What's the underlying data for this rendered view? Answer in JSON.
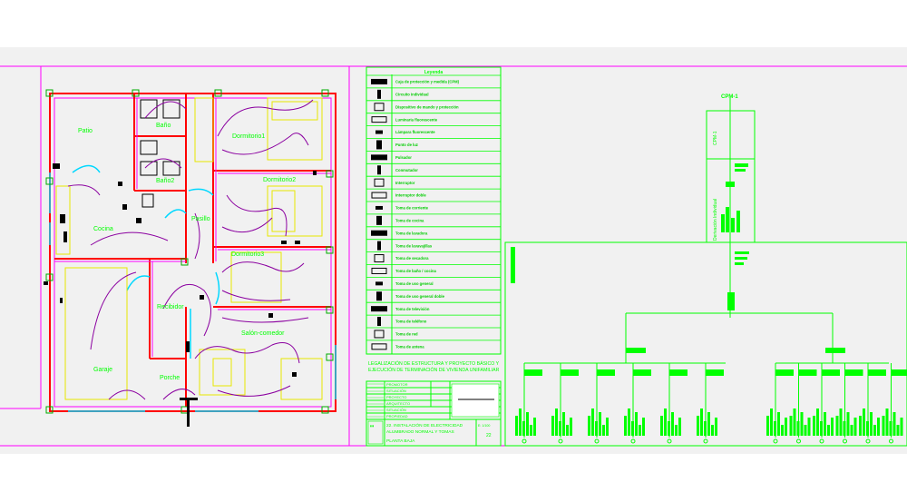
{
  "colors": {
    "background": "#ffffff",
    "drawing_bg": "#f1f1f1",
    "frame": "#ff00ff",
    "green": "#00ff00",
    "red": "#ff0000",
    "magenta_wall": "#ff00ff",
    "purple_wiring": "#8b00a0",
    "yellow": "#e8e800",
    "cyan": "#00d8ff",
    "black": "#000000"
  },
  "floorplan": {
    "rooms": [
      {
        "key": "patio",
        "label": "Patio"
      },
      {
        "key": "bano1",
        "label": "Baño"
      },
      {
        "key": "dorm1",
        "label": "Dormitorio1"
      },
      {
        "key": "bano2",
        "label": "Baño2"
      },
      {
        "key": "dorm2",
        "label": "Dormitorio2"
      },
      {
        "key": "cocina",
        "label": "Cocina"
      },
      {
        "key": "pasillo",
        "label": "Pasillo"
      },
      {
        "key": "dorm3",
        "label": "Dormitorio3"
      },
      {
        "key": "recibidor",
        "label": "Recibidor"
      },
      {
        "key": "salon",
        "label": "Salón-comedor"
      },
      {
        "key": "garaje",
        "label": "Garaje"
      },
      {
        "key": "porche",
        "label": "Porche"
      }
    ]
  },
  "legend": {
    "title": "Leyenda",
    "items": [
      {
        "icon": "cpm-box-icon",
        "label": "Caja de protección y medida (CPM)"
      },
      {
        "icon": "meter-icon",
        "label": "Circuito individual"
      },
      {
        "icon": "dispositivo-icon",
        "label": "Dispositivo de mando y protección"
      },
      {
        "icon": "lamp-hatched-icon",
        "label": "Luminaria fluorescente"
      },
      {
        "icon": "lamp-strip-icon",
        "label": "Lámpara fluorescente"
      },
      {
        "icon": "light-point-icon",
        "label": "Punto de luz"
      },
      {
        "icon": "pulsador-icon",
        "label": "Pulsador"
      },
      {
        "icon": "conmutador-icon",
        "label": "Conmutador"
      },
      {
        "icon": "interruptor-icon",
        "label": "Interruptor"
      },
      {
        "icon": "interruptor-2-icon",
        "label": "Interruptor doble"
      },
      {
        "icon": "toma-icon",
        "label": "Toma de corriente"
      },
      {
        "icon": "toma-2-icon",
        "label": "Toma de cocina"
      },
      {
        "icon": "toma-3-icon",
        "label": "Toma de lavadora"
      },
      {
        "icon": "toma-4-icon",
        "label": "Toma de lavavajillas"
      },
      {
        "icon": "toma-5-icon",
        "label": "Toma de secadora"
      },
      {
        "icon": "toma-6-icon",
        "label": "Toma de baño / cocina"
      },
      {
        "icon": "toma-7-icon",
        "label": "Toma de uso general"
      },
      {
        "icon": "toma-8-icon",
        "label": "Toma de uso general doble"
      },
      {
        "icon": "toma-9-icon",
        "label": "Toma de televisión"
      },
      {
        "icon": "toma-10-icon",
        "label": "Toma de teléfono"
      },
      {
        "icon": "toma-11-icon",
        "label": "Toma de red"
      },
      {
        "icon": "toma-12-icon",
        "label": "Toma de antena"
      }
    ]
  },
  "titleblock": {
    "project": "LEGALIZACIÓN DE ESTRUCTURA Y PROYECTO BÁSICO Y EJECUCIÓN DE TERMINACIÓN DE VIVIENDA UNIFAMILIAR",
    "rows": [
      "PROMOTOR",
      "SITUACIÓN",
      "PROYECTO",
      "ARQUITECTO",
      "SITUACIÓN",
      "PROPIEDAD"
    ],
    "plan_title": "22. INSTALACIÓN DE ELECTRICIDAD",
    "plan_title2": "ALUMBRADO NORMAL Y TOMAS",
    "plan_title3": "PLANTA BAJA",
    "scale": "E: 1/100",
    "sheet": "22"
  },
  "schematic": {
    "cpm_label": "CPM-1",
    "panel_vertical_label": "CPM-1",
    "derivation_label": "Derivación Individual",
    "circuit_count": 12
  }
}
